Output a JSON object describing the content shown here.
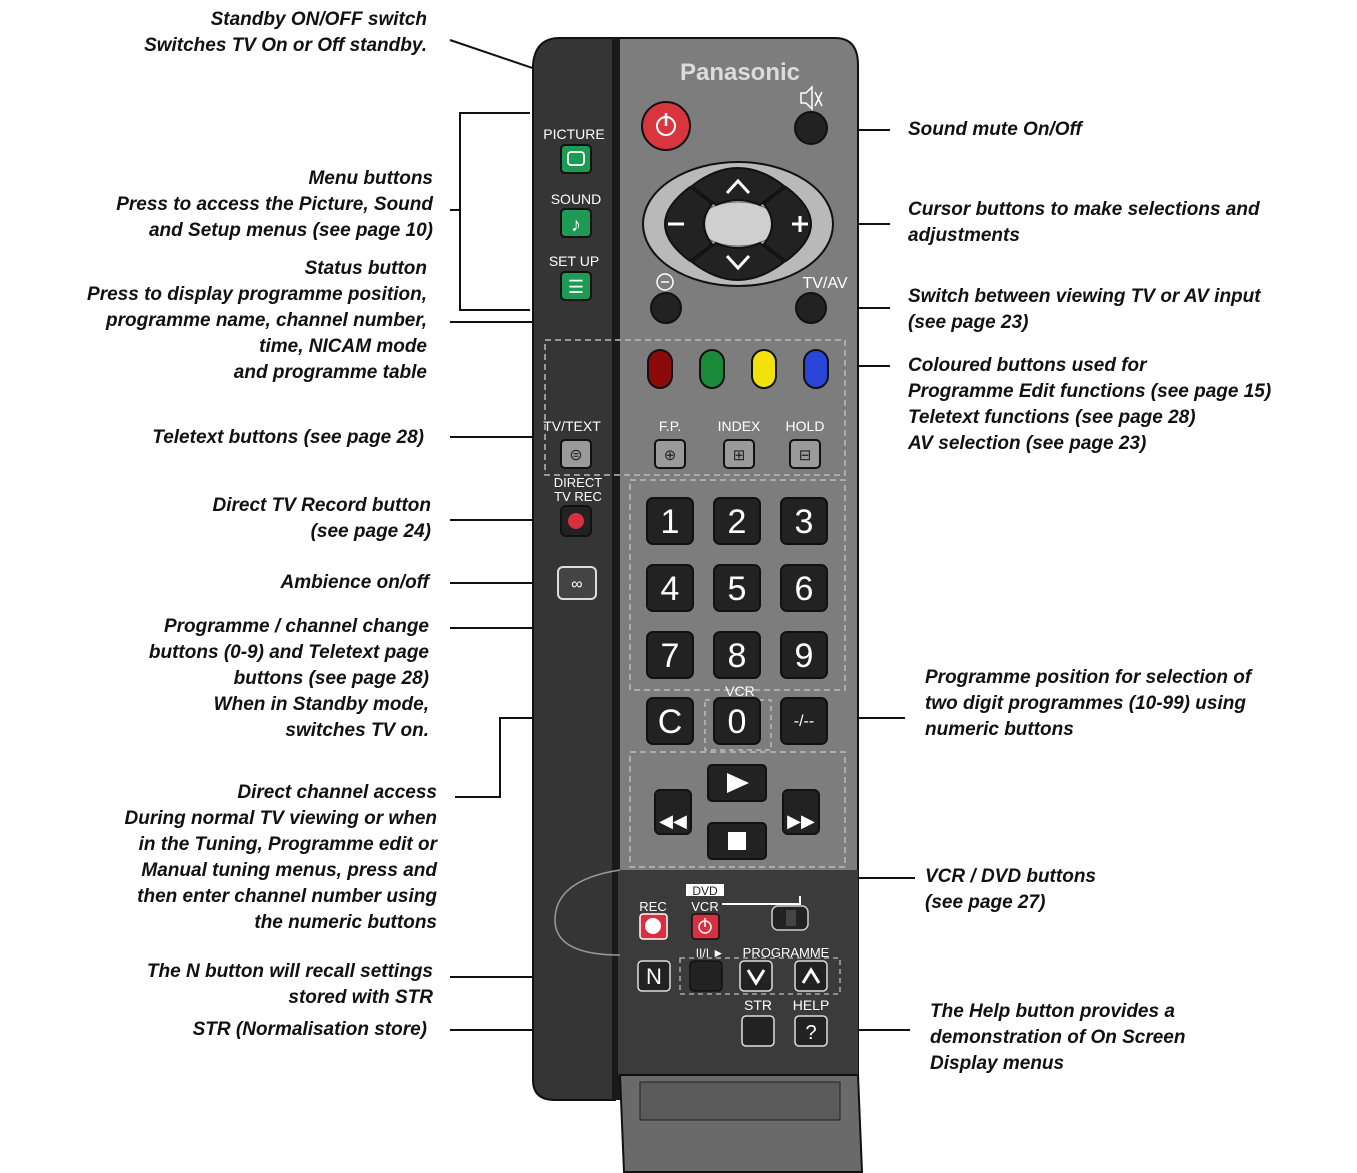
{
  "brand": "Panasonic",
  "colors": {
    "body_dark": "#3a3a3a",
    "body_grey": "#7a7a7a",
    "button_dark": "#222222",
    "power_red": "#d8353f",
    "menu_green": "#1e9a55",
    "colour_red": "#8c0a0a",
    "colour_green": "#1a8a3a",
    "colour_yellow": "#f2e20a",
    "colour_blue": "#2a44d8",
    "rec_red": "#d83040"
  },
  "remote": {
    "side_buttons": {
      "picture": "PICTURE",
      "sound": "SOUND",
      "setup": "SET  UP",
      "tvtext": "TV/TEXT",
      "direct_tv_rec_1": "DIRECT",
      "direct_tv_rec_2": "TV REC"
    },
    "tvav": "TV/AV",
    "teletext": {
      "fp": "F.P.",
      "index": "INDEX",
      "hold": "HOLD"
    },
    "digits": [
      "1",
      "2",
      "3",
      "4",
      "5",
      "6",
      "7",
      "8",
      "9"
    ],
    "c_key": "C",
    "zero_key": "0",
    "vcr_label": "VCR",
    "dash_key": "-/--",
    "dvd_label": "DVD",
    "rec_label": "REC",
    "vcr_small": "VCR",
    "programme_label": "PROGRAMME",
    "n_key": "N",
    "str_label": "STR",
    "help_label": "HELP",
    "help_key": "?",
    "play_pause_label": "II/I ►"
  },
  "callouts": {
    "standby": [
      "Standby ON/OFF switch",
      "Switches TV On or Off standby."
    ],
    "menu": [
      "Menu buttons",
      "Press to access the Picture, Sound",
      "and Setup menus (see page 10)"
    ],
    "status": [
      "Status button",
      "Press to display programme position,",
      "programme name, channel number,",
      "time, NICAM mode",
      "and programme  table"
    ],
    "teletext": [
      "Teletext buttons (see page 28)"
    ],
    "direct_rec": [
      "Direct TV Record button",
      "(see page 24)"
    ],
    "ambience": [
      "Ambience on/off"
    ],
    "programme": [
      "Programme / channel change",
      "buttons (0-9) and Teletext page",
      "buttons (see page 28)",
      "When in Standby mode,",
      "switches TV on."
    ],
    "direct_channel": [
      "Direct channel access",
      "During normal TV viewing or when",
      "in the Tuning, Programme edit or",
      "Manual tuning menus, press and",
      "then enter channel number using",
      "the numeric buttons"
    ],
    "n_button": [
      "The N button will recall settings",
      "stored with STR"
    ],
    "str": [
      "STR (Normalisation store)"
    ],
    "mute": [
      "Sound mute On/Off"
    ],
    "cursor": [
      "Cursor buttons to make selections and",
      "adjustments"
    ],
    "tvav": [
      "Switch between viewing TV or AV input",
      "(see page 23)"
    ],
    "coloured": [
      "Coloured buttons used for",
      "Programme Edit functions (see page 15)",
      "Teletext functions (see page 28)",
      "AV selection (see page 23)"
    ],
    "position": [
      "Programme position for selection of",
      "two digit programmes (10-99) using",
      "numeric buttons"
    ],
    "vcr_dvd": [
      "VCR / DVD buttons",
      "(see page 27)"
    ],
    "help": [
      "The Help button provides a",
      "demonstration of On Screen",
      "Display menus"
    ]
  }
}
